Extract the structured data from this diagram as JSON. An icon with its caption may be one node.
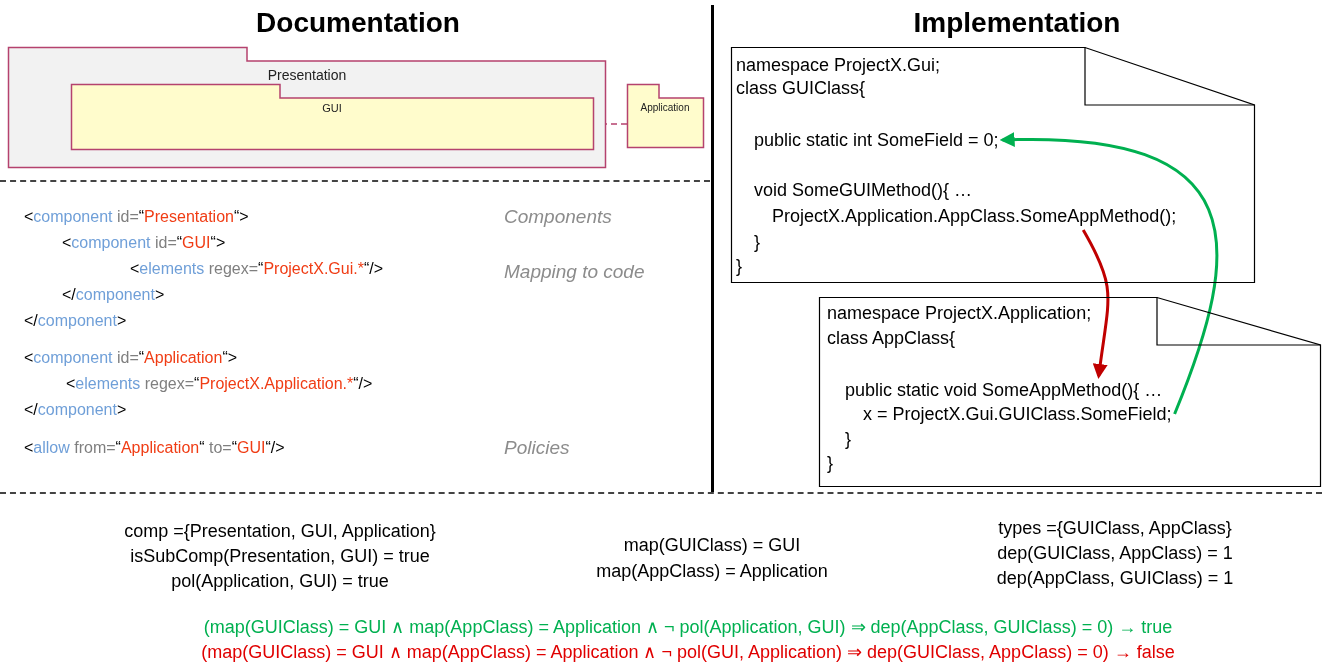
{
  "diagram": {
    "nodes": [
      {
        "text": [
          "Presentation"
        ]
      },
      {
        "text": [
          "GUI"
        ],
        "in": 0
      },
      {
        "text": [
          "Application"
        ]
      },
      {
        "text": [
          "namespace ProjectX.Gui;",
          "class GUIClass{",
          "void SomeGUIMethod(){ …",
          "}",
          "}"
        ]
      },
      {
        "text": [
          "public static int SomeField = 0;"
        ],
        "in": 3
      },
      {
        "text": [
          "ProjectX.Application.AppClass.SomeAppMethod();"
        ],
        "in": 3
      },
      {
        "text": [
          "namespace ProjectX.Application;",
          "class AppClass{",
          "}",
          "}"
        ]
      },
      {
        "text": [
          "public static void SomeAppMethod(){ …"
        ],
        "in": 6
      },
      {
        "text": [
          "x = ProjectX.Gui.GUIClass.SomeField;"
        ],
        "in": 6
      }
    ],
    "edges": [
      {
        "from": 2,
        "to": 1,
        "arrow": "to",
        "style": "dashed",
        "color": "#b5426e"
      },
      {
        "from": 5,
        "to": 7,
        "arrow": "to",
        "color": "#c00000"
      },
      {
        "from": 8,
        "to": 4,
        "arrow": "to",
        "color": "#00b050"
      }
    ],
    "labels": [
      "Documentation",
      "Implementation",
      "<component id=“Presentation“>",
      "Components",
      "<component id=“GUI“>",
      "<elements regex=“ProjectX.Gui.*“/>",
      "Mapping to code",
      "</component>",
      "</component>",
      "<component id=“Application“>",
      "<elements regex=“ProjectX.Application.*“/>",
      "</component>",
      "<allow from=“Application“ to=“GUI“/>",
      "Policies",
      "comp ={Presentation, GUI, Application}",
      "isSubComp(Presentation, GUI) = true",
      "pol(Application, GUI) = true",
      "map(GUIClass) = GUI",
      "map(AppClass) = Application",
      "types ={GUIClass, AppClass}",
      "dep(GUIClass, AppClass) = 1",
      "dep(AppClass, GUIClass) = 1",
      "(map(GUIClass) = GUI ∧ map(AppClass) = Application ∧ ¬ pol(Application, GUI) ⇒ dep(AppClass, GUIClass) = 0) → true",
      "(map(GUIClass) = GUI ∧ map(AppClass) = Application ∧ ¬ pol(GUI, Application) ⇒ dep(GUIClass, AppClass) = 0) → false"
    ]
  }
}
